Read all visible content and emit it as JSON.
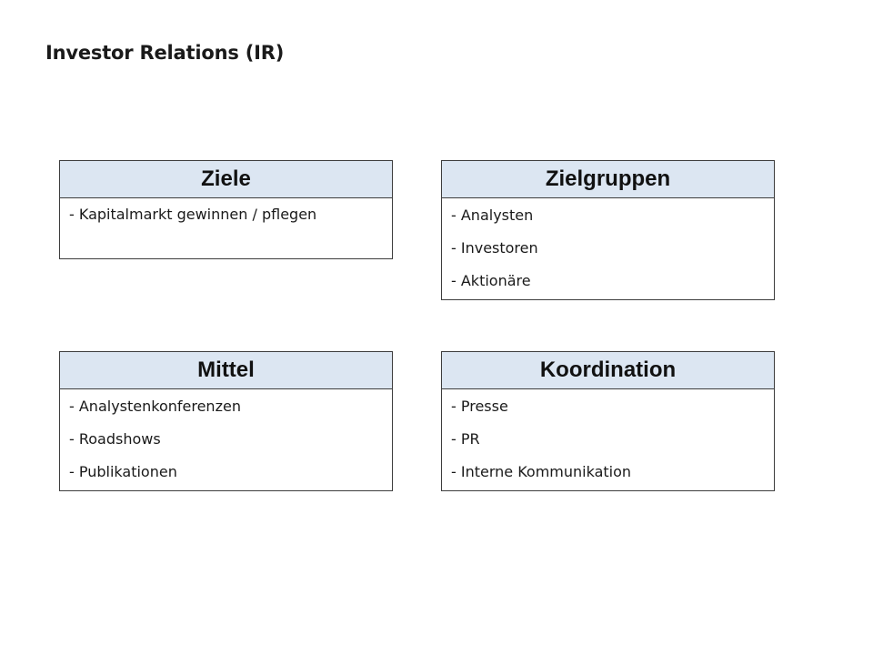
{
  "title": "Investor Relations (IR)",
  "boxes": {
    "ziele": {
      "heading": "Ziele",
      "items": [
        "- Kapitalmarkt gewinnen / pflegen"
      ]
    },
    "zielgruppen": {
      "heading": "Zielgruppen",
      "items": [
        "- Analysten",
        "- Investoren",
        "- Aktionäre"
      ]
    },
    "mittel": {
      "heading": "Mittel",
      "items": [
        "- Analystenkonferenzen",
        "- Roadshows",
        "- Publikationen"
      ]
    },
    "koordination": {
      "heading": "Koordination",
      "items": [
        "- Presse",
        "- PR",
        "- Interne Kommunikation"
      ]
    }
  },
  "colors": {
    "header_fill": "#dce6f2",
    "border": "#3d3d3d"
  }
}
